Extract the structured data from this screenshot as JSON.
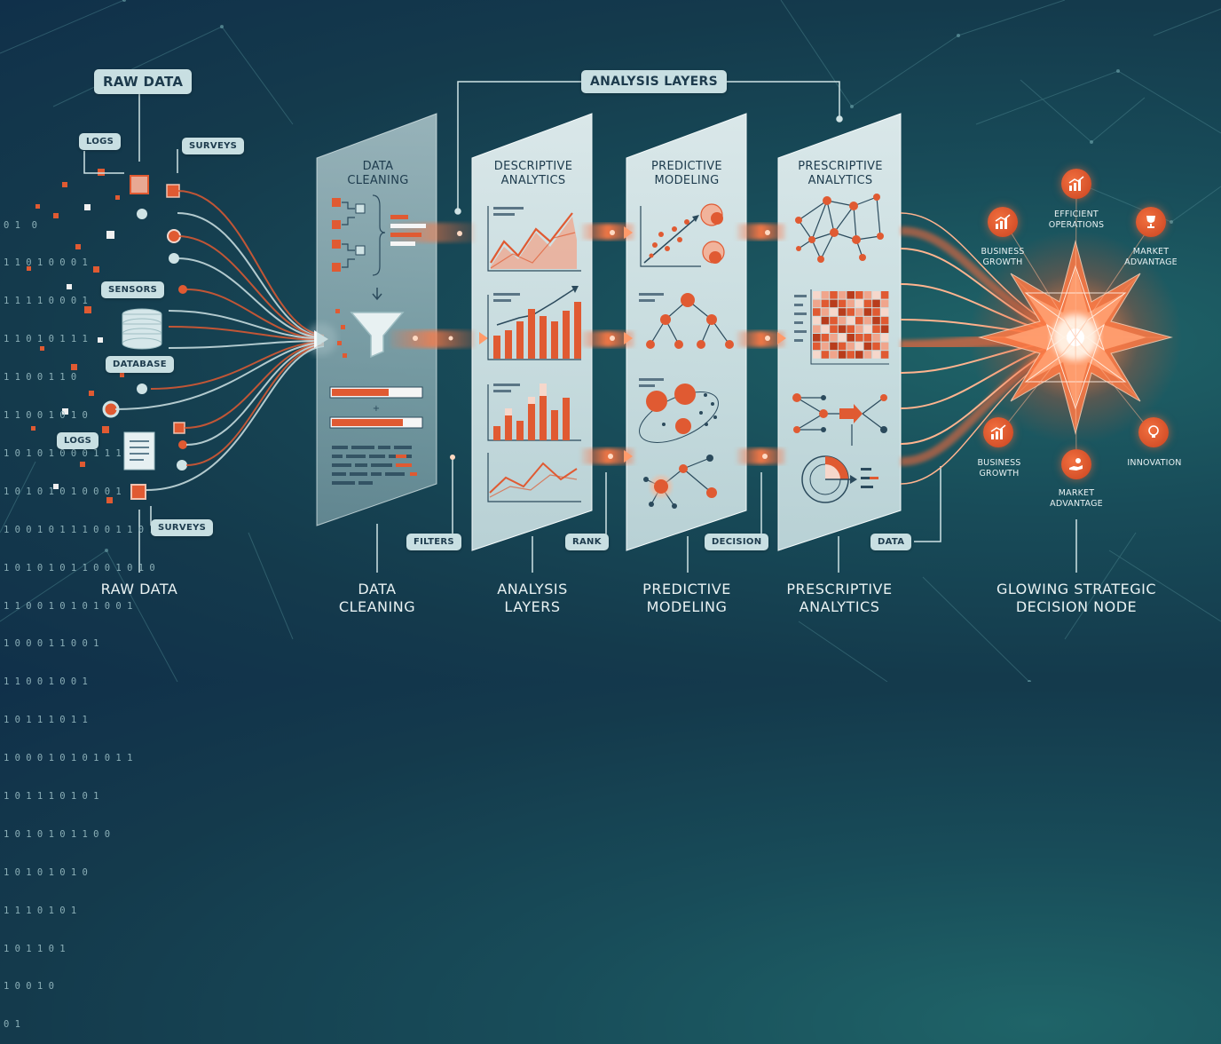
{
  "labels": {
    "raw_data_top": "RAW DATA",
    "logs_top": "LOGS",
    "surveys_top": "SURVEYS",
    "sensors": "SENSORS",
    "database": "DATABASE",
    "logs_bottom": "LOGS",
    "surveys_bottom": "SURVEYS",
    "analysis_layers_top": "ANALYSIS LAYERS",
    "filters": "FILTERS",
    "rank": "RANK",
    "decision": "DECISION",
    "data_tag": "DATA"
  },
  "panels": [
    {
      "title": "DATA CLEANING"
    },
    {
      "title": "DESCRIPTIVE ANALYTICS"
    },
    {
      "title": "PREDICTIVE MODELING"
    },
    {
      "title": "PRESCRIPTIVE ANALYTICS"
    }
  ],
  "stages": [
    {
      "label": "RAW DATA"
    },
    {
      "label": "DATA CLEANING"
    },
    {
      "label": "ANALYSIS LAYERS"
    },
    {
      "label": "PREDICTIVE MODELING"
    },
    {
      "label": "PRESCRIPTIVE ANALYTICS"
    },
    {
      "label": "GLOWING STRATEGIC DECISION NODE"
    }
  ],
  "outcomes": {
    "efficient_operations": "EFFICIENT OPERATIONS",
    "business_growth_top": "BUSINESS GROWTH",
    "market_advantage_top": "MARKET ADVANTAGE",
    "business_growth_bottom": "BUSINESS GROWTH",
    "market_advantage_bottom": "MARKET ADVANTAGE",
    "innovation": "INNOVATION"
  },
  "binary_text": [
    "0 1  0",
    "1 1 0 1 0 0 0 1",
    "1 1 1 1 0 0 0 1",
    "1 1 0 1 0 1 1 1",
    "1 1 0 0 1 1 0",
    "1 1 0 0 1 0 1 0",
    "1 0 1 0 1 0 0 0 1 1 1",
    "1 0 1 0 1 0 1 0 0 0 1",
    "1 0 0 1 0 1 1 1 0 0 1 1 0 1",
    "1 0 1 0 1 0 1 1 0 0 1 0 1 0",
    "1 1 0 0 1 0 1 0 1 0 0 1",
    "1 0 0 0 1 1 0 0 1",
    "1 1 0 0 1 0 0 1",
    "1 0 1 1 1 0 1 1",
    "1 0 0 0 1 0 1 0 1 0 1 1",
    "1 0 1 1 1 0 1 0 1",
    "1 0 1 0 1 0 1 1 0 0",
    "1 0 1 0 1 0 1 0",
    "1 1 1 0 1 0 1",
    "1 0 1 1 0 1",
    "1 0 0 1 0",
    "0 1"
  ],
  "colors": {
    "accent": "#e85a30",
    "panel": "#d7e8ea",
    "text_dark": "#1d3b4d",
    "text_light": "#e9f2f3"
  }
}
